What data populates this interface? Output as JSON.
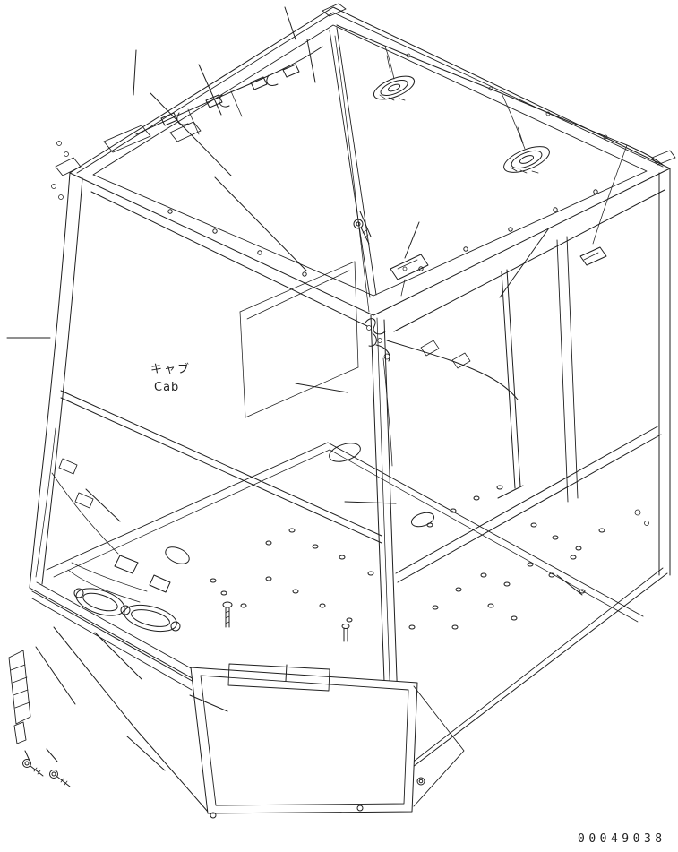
{
  "drawing": {
    "title_jp": "キャブ",
    "title_en": "Cab",
    "part_number": "00049038"
  },
  "colors": {
    "line": "#1f1f1f",
    "background": "#ffffff"
  }
}
